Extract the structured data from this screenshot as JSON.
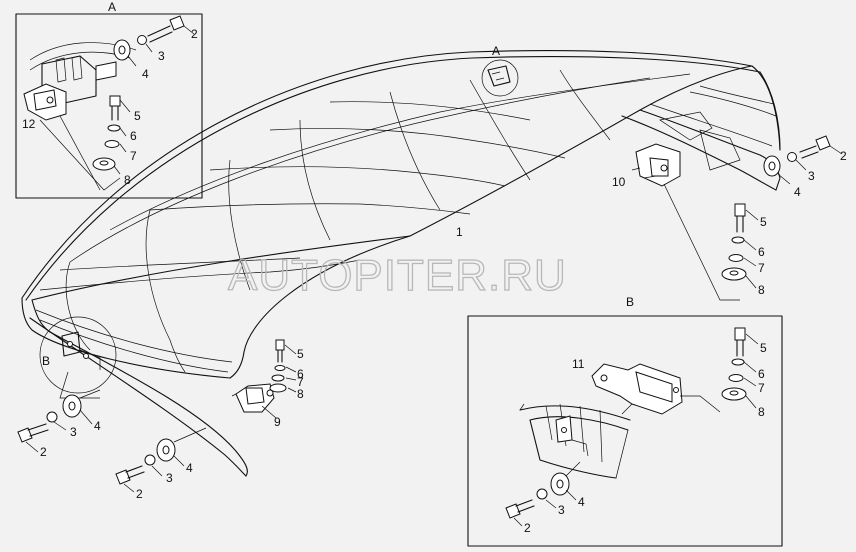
{
  "watermark": "AUTOPITER.RU",
  "inset_a": {
    "letter": "A"
  },
  "inset_b": {
    "letter": "B"
  },
  "view_markers": {
    "a": "A",
    "b": "B"
  },
  "callouts": {
    "roof": "1",
    "inset_a": [
      "2",
      "3",
      "4",
      "5",
      "6",
      "7",
      "8",
      "12"
    ],
    "right_side": [
      "2",
      "3",
      "4",
      "10",
      "5",
      "6",
      "7",
      "8"
    ],
    "front_left": [
      "2",
      "3",
      "4"
    ],
    "front_mid": [
      "2",
      "3",
      "4"
    ],
    "bracket_9": [
      "5",
      "6",
      "7",
      "8",
      "9"
    ],
    "inset_b": [
      "11",
      "5",
      "6",
      "7",
      "8",
      "2",
      "3",
      "4"
    ]
  }
}
